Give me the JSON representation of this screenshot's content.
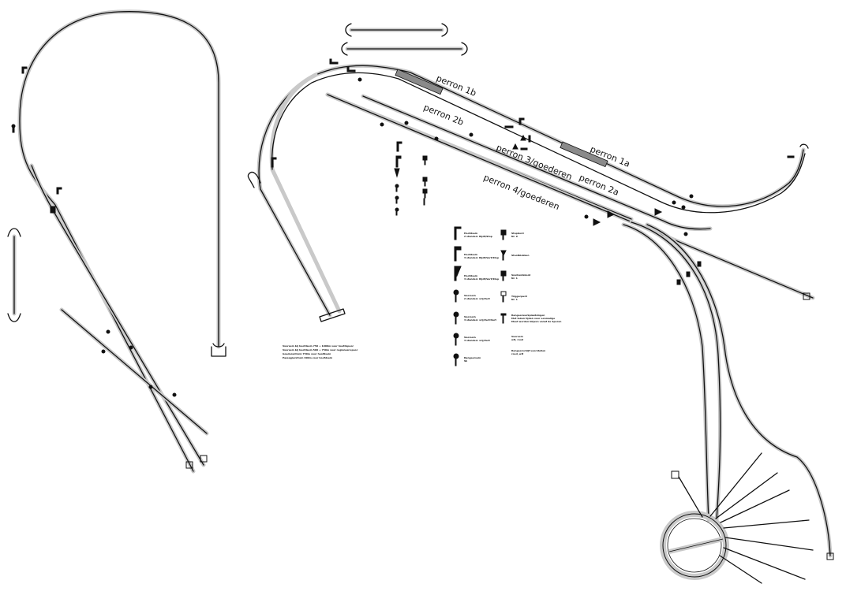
{
  "platforms": {
    "p1b": "perron  1b",
    "p2b": "perron  2b",
    "p3": "perron  3/goederen",
    "p1a": "perron  1a",
    "p2a": "perron  2a",
    "p4": "perron  4/goederen"
  },
  "notes": [
    "Voorsein bij hoofdsein 750 + 1000m voor hoofdspoor",
    "Voorsein bij hoofdsein 500 + 750m voor regionaal spoor",
    "Goederentrein 750m voor hoofdsein",
    "Passagierstrein 400m voor hoofdsein"
  ],
  "legend": {
    "left": [
      {
        "icon": "main-signal-2-icon",
        "text": [
          "Hoofdsein",
          "2 standen: Rijdt/Stop"
        ]
      },
      {
        "icon": "main-signal-3-icon",
        "text": [
          "Hoofdsein",
          "3 standen: Rijdt/Vert/Stop"
        ]
      },
      {
        "icon": "main-signal-3b-icon",
        "text": [
          "Hoofdsein",
          "3 standen: Rijdt/Vert/Stop"
        ]
      },
      {
        "icon": "distant-signal-2-icon",
        "text": [
          "Voorsein",
          "2 standen: vrij/Vert"
        ]
      },
      {
        "icon": "distant-signal-3-icon",
        "text": [
          "Voorsein",
          "3 standen: vrij/Vert/Vert"
        ]
      },
      {
        "icon": "distant-signal-3b-icon",
        "text": [
          "Voorsein",
          "3 standen: vrij/Vert"
        ]
      },
      {
        "icon": "shunt-signal-icon",
        "text": [
          "Rangeersein",
          "Sh"
        ]
      }
    ],
    "right": [
      {
        "icon": "stop-board-icon",
        "text": [
          "Stopbord",
          "Nr. 9"
        ]
      },
      {
        "icon": "buffer-icon",
        "text": [
          "Stootblokken"
        ]
      },
      {
        "icon": "speed-board-icon",
        "text": [
          "Snelheidsbord",
          "Nr. 1"
        ]
      },
      {
        "icon": "trigger-point-icon",
        "text": [
          "Triggerpunt",
          "Nr. 1"
        ]
      },
      {
        "icon": "blank-icon",
        "text": [
          "Rangeerwerkplaatsingen",
          "Met teken tijden voor eenmalige",
          "Moet worden blijven vanaf de Sporen"
        ]
      },
      {
        "icon": "blank-icon",
        "text": [
          "Voorsein",
          "wit, rood"
        ]
      },
      {
        "icon": "blank-icon",
        "text": [
          "Rangeerschijf voorstellen",
          "rood, wit"
        ]
      }
    ]
  },
  "colors": {
    "track": "#111111",
    "sleeper": "#c9c9c9",
    "platform": "#8a8a8a"
  }
}
